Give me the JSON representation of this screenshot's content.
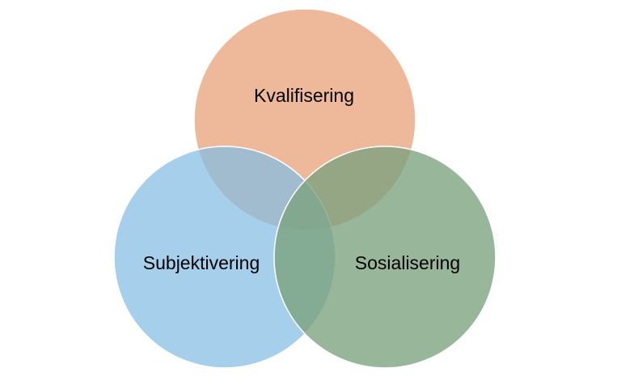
{
  "diagram": {
    "type": "venn",
    "sets": [
      {
        "key": "top",
        "label": "Kvalifisering",
        "color": "#E9A47F"
      },
      {
        "key": "left",
        "label": "Subjektivering",
        "color": "#84BCE3"
      },
      {
        "key": "right",
        "label": "Sosialisering",
        "color": "#7BA27C"
      }
    ],
    "outline_color": "#ffffff"
  }
}
